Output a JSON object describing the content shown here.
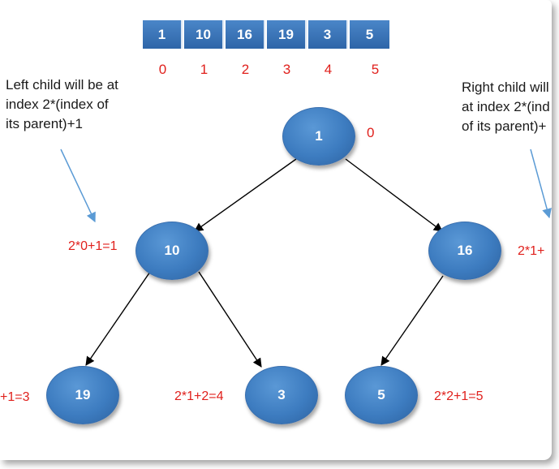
{
  "array": {
    "values": [
      "1",
      "10",
      "16",
      "19",
      "3",
      "5"
    ],
    "indices": [
      "0",
      "1",
      "2",
      "3",
      "4",
      "5"
    ]
  },
  "notes": {
    "left": "Left child will be at\nindex 2*(index of\nits parent)+1",
    "right": "Right child will\nat index 2*(ind\nof its parent)+"
  },
  "tree": {
    "nodes": [
      "1",
      "10",
      "16",
      "19",
      "3",
      "5"
    ],
    "root_index": "0",
    "formulas": {
      "n10": "2*0+1=1",
      "n16": "2*1+",
      "n19": "+1=3",
      "n3": "2*1+2=4",
      "n5": "2*2+1=5"
    }
  },
  "colors": {
    "node_fill": "#3d7cc0",
    "array_fill": "#3a75bb",
    "index_text": "#e0201c",
    "arrow": "#5b9bd5"
  }
}
